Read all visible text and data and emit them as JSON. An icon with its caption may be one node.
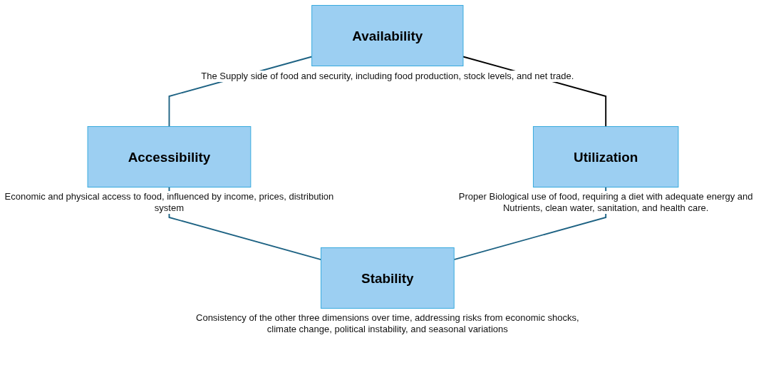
{
  "diagram": {
    "nodes": [
      {
        "text": [
          "Availability"
        ],
        "beside": [
          "The Supply side of food and security, including food production, stock levels, and net trade."
        ]
      },
      {
        "text": [
          "Accessibility"
        ],
        "beside": [
          "Economic and physical access to food, influenced by income, prices, distribution system"
        ]
      },
      {
        "text": [
          "Utilization"
        ],
        "beside": [
          "Proper Biological use of food, requiring a diet with adequate energy and Nutrients, clean water, sanitation, and health care."
        ]
      },
      {
        "text": [
          "Stability"
        ],
        "beside": [
          "Consistency of the other three dimensions over time, addressing risks from economic shocks, climate change, political instability, and seasonal variations"
        ]
      }
    ],
    "edges": [
      {
        "from": 0,
        "to": 1,
        "arrow": "none"
      },
      {
        "from": 0,
        "to": 2,
        "arrow": "none",
        "color": "#000000"
      },
      {
        "from": 1,
        "to": 3,
        "arrow": "none"
      },
      {
        "from": 2,
        "to": 3,
        "arrow": "none"
      }
    ]
  }
}
